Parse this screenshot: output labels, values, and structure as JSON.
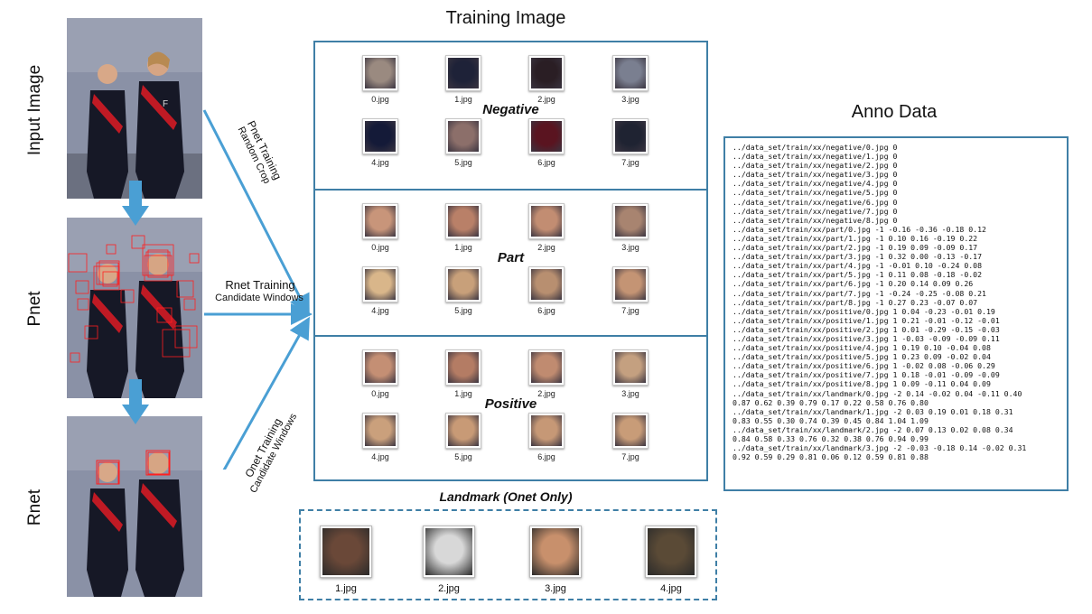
{
  "left_labels": {
    "input": "Input Image",
    "pnet": "Pnet",
    "rnet": "Rnet"
  },
  "edge_labels": {
    "pnet_line1": "Pnet Training",
    "pnet_line2": "Random Crop",
    "rnet_line1": "Rnet Training",
    "rnet_line2": "Candidate Windows",
    "onet_line1": "Onet Training",
    "onet_line2": "Candidate Windows"
  },
  "training_title": "Training Image",
  "sections": [
    {
      "label": "Negative",
      "files": [
        "0.jpg",
        "1.jpg",
        "2.jpg",
        "3.jpg",
        "4.jpg",
        "5.jpg",
        "6.jpg",
        "7.jpg"
      ],
      "colors": [
        "#9a8a80",
        "#1e2238",
        "#2a1e24",
        "#7a7f90",
        "#141a38",
        "#8c6f6a",
        "#5a1420",
        "#1f2332"
      ]
    },
    {
      "label": "Part",
      "files": [
        "0.jpg",
        "1.jpg",
        "2.jpg",
        "3.jpg",
        "4.jpg",
        "5.jpg",
        "6.jpg",
        "7.jpg"
      ],
      "colors": [
        "#c8957a",
        "#b98068",
        "#c28d72",
        "#a88470",
        "#d9b68a",
        "#c8a07a",
        "#b88f70",
        "#c49474"
      ]
    },
    {
      "label": "Positive",
      "files": [
        "0.jpg",
        "1.jpg",
        "2.jpg",
        "3.jpg",
        "4.jpg",
        "5.jpg",
        "6.jpg",
        "7.jpg"
      ],
      "colors": [
        "#c48f74",
        "#b47c64",
        "#c08b70",
        "#c4a080",
        "#caa07c",
        "#c89a76",
        "#c69876",
        "#c89c78"
      ]
    }
  ],
  "landmark": {
    "label": "Landmark (Onet Only)",
    "files": [
      "1.jpg",
      "2.jpg",
      "3.jpg",
      "4.jpg"
    ],
    "colors": [
      "#6a4838",
      "#d8d8d8",
      "#c8906c",
      "#5a4a36"
    ]
  },
  "anno_title": "Anno Data",
  "anno_lines": [
    "../data_set/train/xx/negative/0.jpg 0",
    "../data_set/train/xx/negative/1.jpg 0",
    "../data_set/train/xx/negative/2.jpg 0",
    "../data_set/train/xx/negative/3.jpg 0",
    "../data_set/train/xx/negative/4.jpg 0",
    "../data_set/train/xx/negative/5.jpg 0",
    "../data_set/train/xx/negative/6.jpg 0",
    "../data_set/train/xx/negative/7.jpg 0",
    "../data_set/train/xx/negative/8.jpg 0",
    "../data_set/train/xx/part/0.jpg -1 -0.16 -0.36 -0.18 0.12",
    "../data_set/train/xx/part/1.jpg -1 0.10 0.16 -0.19 0.22",
    "../data_set/train/xx/part/2.jpg -1 0.19 0.09 -0.09 0.17",
    "../data_set/train/xx/part/3.jpg -1 0.32 0.00 -0.13 -0.17",
    "../data_set/train/xx/part/4.jpg -1 -0.01 0.10 -0.24 0.08",
    "../data_set/train/xx/part/5.jpg -1 0.11 0.08 -0.18 -0.02",
    "../data_set/train/xx/part/6.jpg -1 0.20 0.14 0.09 0.26",
    "../data_set/train/xx/part/7.jpg -1 -0.24 -0.25 -0.08 0.21",
    "../data_set/train/xx/part/8.jpg -1 0.27 0.23 -0.07 0.07",
    "../data_set/train/xx/positive/0.jpg 1 0.04 -0.23 -0.01 0.19",
    "../data_set/train/xx/positive/1.jpg 1 0.21 -0.01 -0.12 -0.01",
    "../data_set/train/xx/positive/2.jpg 1 0.01 -0.29 -0.15 -0.03",
    "../data_set/train/xx/positive/3.jpg 1 -0.03 -0.09 -0.09 0.11",
    "../data_set/train/xx/positive/4.jpg 1 0.19 0.10 -0.04 0.08",
    "../data_set/train/xx/positive/5.jpg 1 0.23 0.09 -0.02 0.04",
    "../data_set/train/xx/positive/6.jpg 1 -0.02 0.08 -0.06 0.29",
    "../data_set/train/xx/positive/7.jpg 1 0.18 -0.01 -0.09 -0.09",
    "../data_set/train/xx/positive/8.jpg 1 0.09 -0.11 0.04 0.09",
    "../data_set/train/xx/landmark/0.jpg -2 0.14 -0.02 0.04 -0.11 0.40",
    "0.87 0.62 0.39 0.79 0.17 0.22 0.58 0.76 0.80",
    "../data_set/train/xx/landmark/1.jpg -2 0.03 0.19 0.01 0.18 0.31",
    "0.83 0.55 0.30 0.74 0.39 0.45 0.84 1.04 1.09",
    "../data_set/train/xx/landmark/2.jpg -2 0.07 0.13 0.02 0.08 0.34",
    "0.84 0.58 0.33 0.76 0.32 0.38 0.76 0.94 0.99",
    "../data_set/train/xx/landmark/3.jpg -2 -0.03 -0.18 0.14 -0.02 0.31",
    "0.92 0.59 0.29 0.81 0.06 0.12 0.59 0.81 0.88"
  ],
  "colors": {
    "accent": "#3f7fa6",
    "arrow": "#4a9fd4",
    "box": "#ff2020"
  }
}
